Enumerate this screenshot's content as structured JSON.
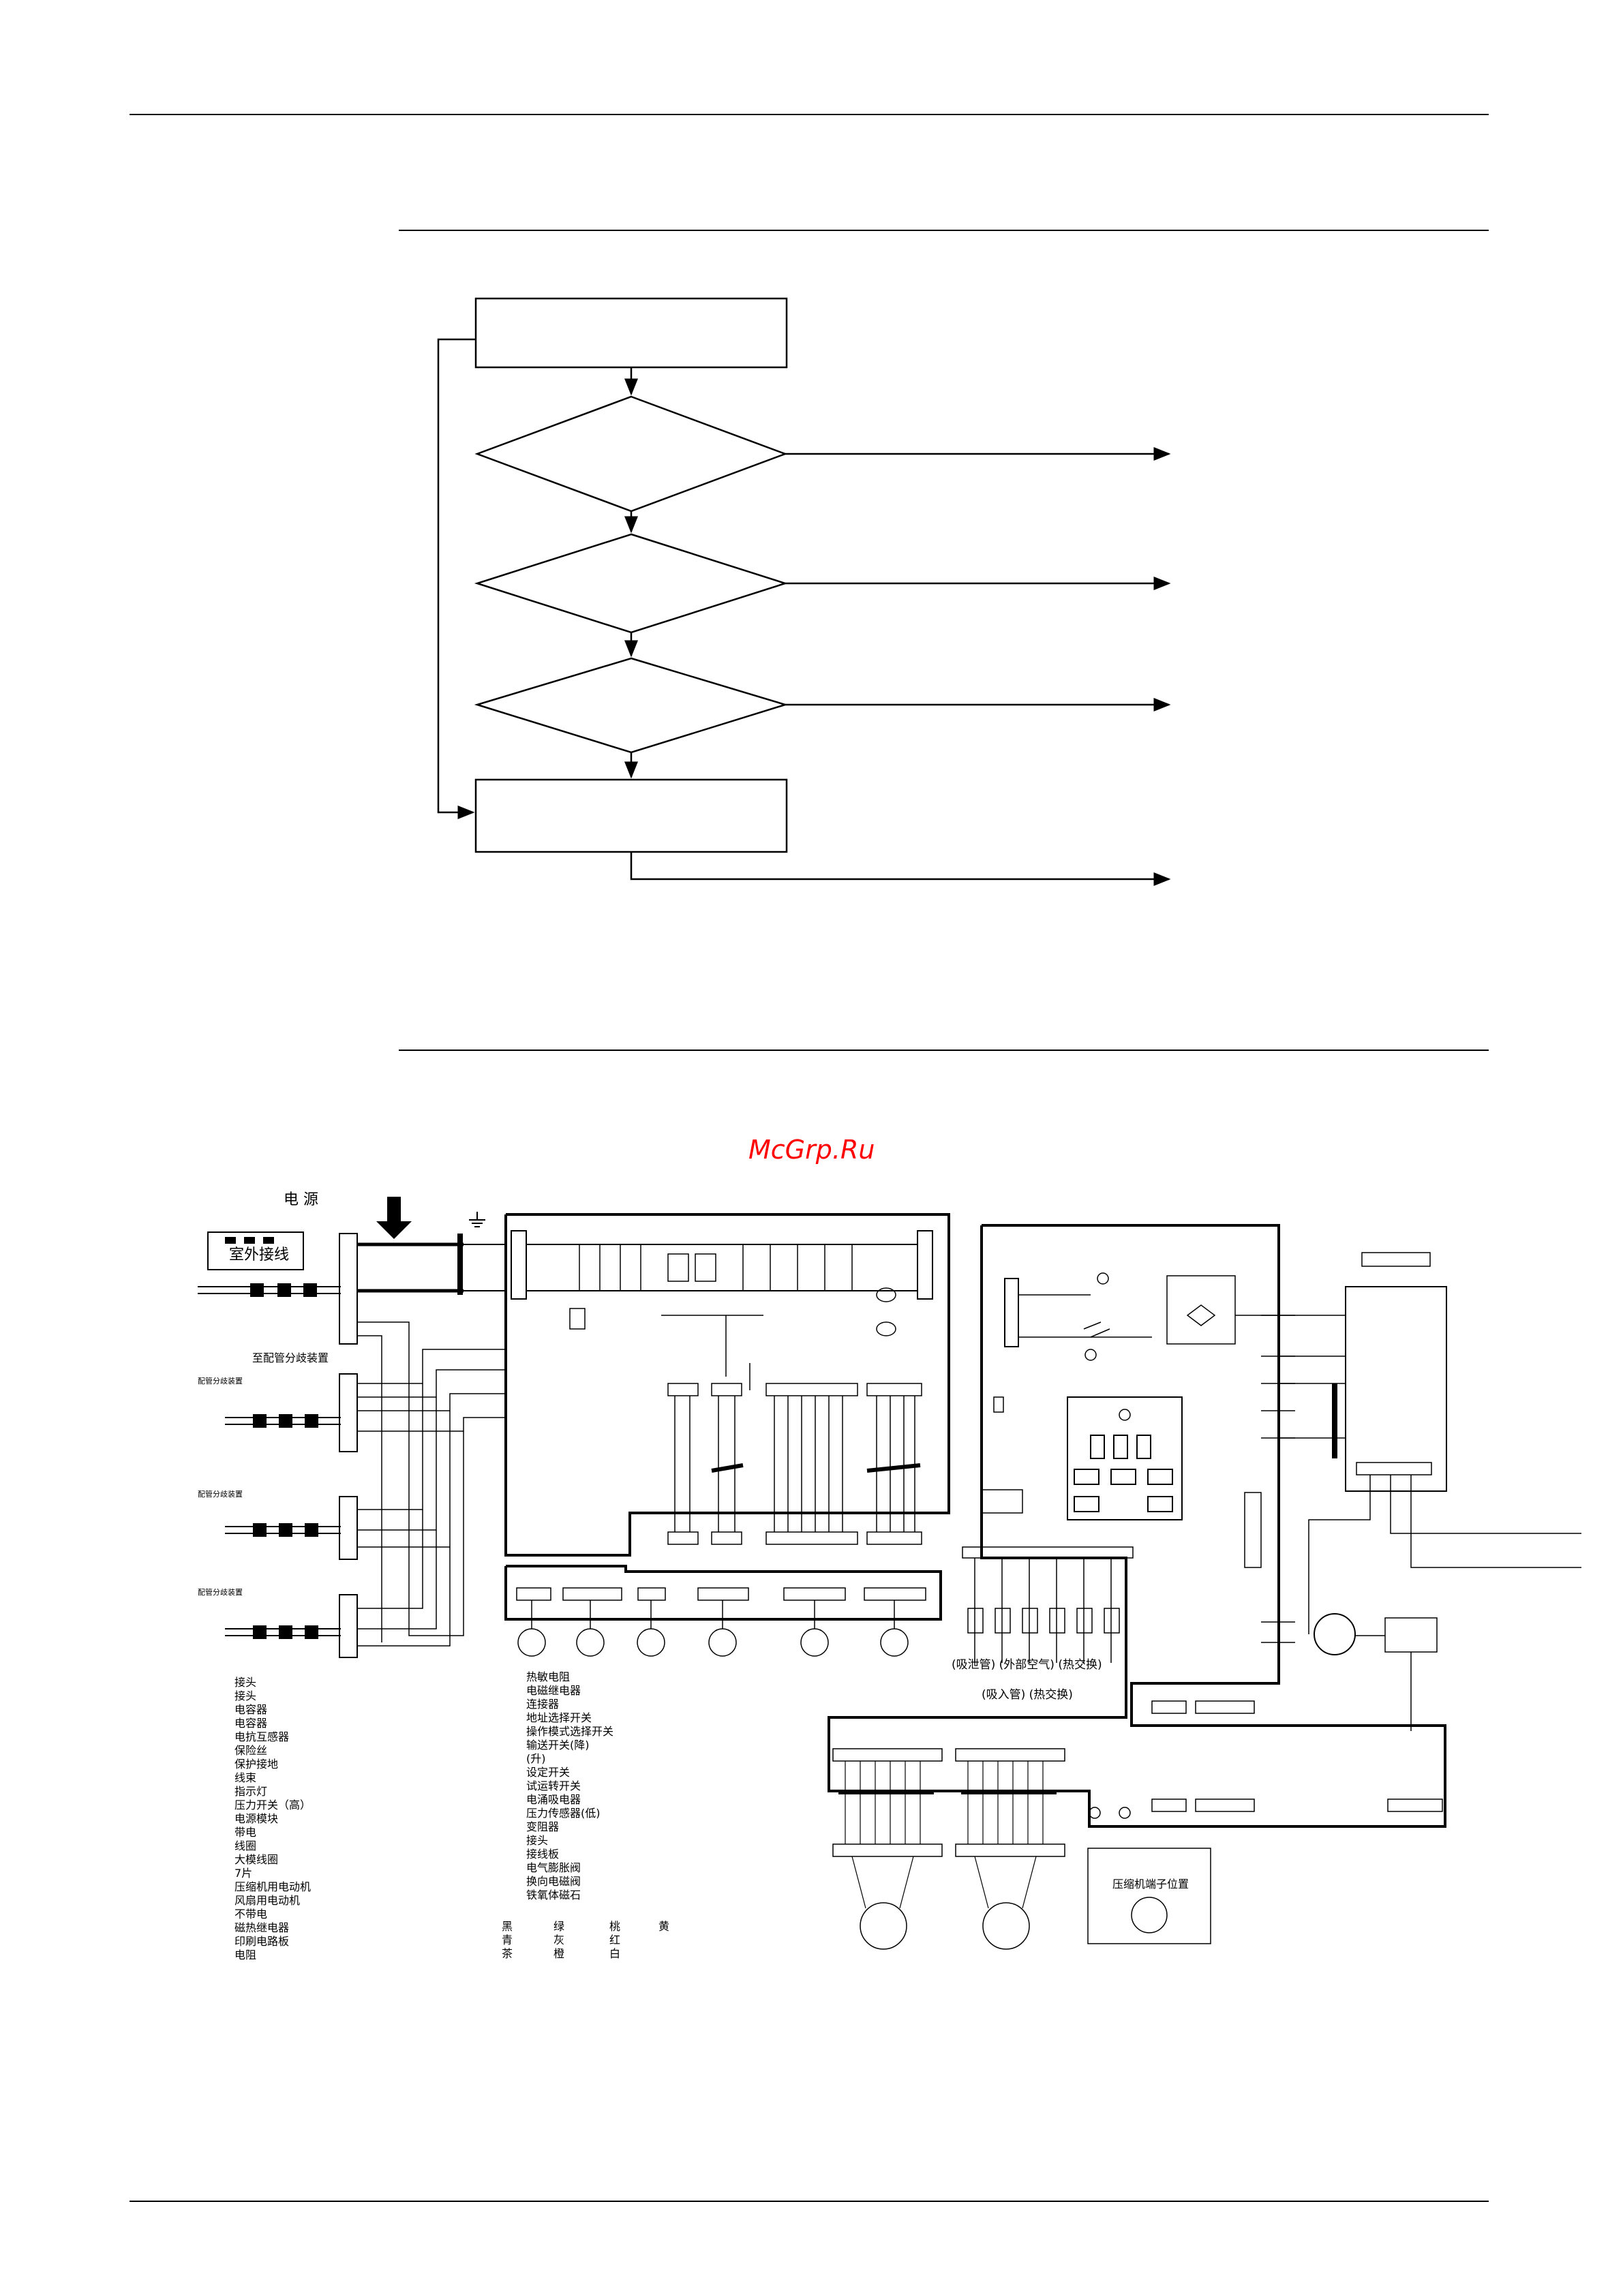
{
  "watermark": "McGrp.Ru",
  "colors": {
    "line": "#000000",
    "watermark": "#ff0000",
    "background": "#ffffff"
  },
  "wiring": {
    "power_label": "电 源",
    "outdoor_wiring": "室外接线",
    "to_branch": "至配管分歧装置",
    "branch_small_1": "配管分歧装置",
    "branch_small_2": "配管分歧装置",
    "branch_small_3": "配管分歧装置",
    "compressor_terminal": "压缩机端子位置",
    "sensor_row1": "(吸泄管)  (外部空气)  (热交换)",
    "sensor_row2": "(吸入管)     (热交换)"
  },
  "legend_left": [
    "接头",
    "接头",
    "电容器",
    "电容器",
    "电抗互感器",
    "保险丝",
    "保护接地",
    "线束",
    "指示灯",
    "压力开关（高）",
    "电源模块",
    "带电",
    "线圈",
    "大模线圈",
    "7片",
    "压缩机用电动机",
    "风扇用电动机",
    "不带电",
    "磁热继电器",
    "印刷电路板",
    "电阻"
  ],
  "legend_mid": [
    "热敏电阻",
    "电磁继电器",
    "连接器",
    "地址选择开关",
    "操作模式选择开关",
    "输送开关(降)",
    "(升)",
    "设定开关",
    "试运转开关",
    "电涌吸电器",
    "压力传感器(低)",
    "变阻器",
    "接头",
    "接线板",
    "电气膨胀阀",
    "换向电磁阀",
    "铁氧体磁石"
  ],
  "colors_table": {
    "row1": [
      "黑",
      "绿",
      "桃",
      "黄"
    ],
    "row2": [
      "青",
      "灰",
      "红"
    ],
    "row3": [
      "茶",
      "橙",
      "白"
    ]
  }
}
